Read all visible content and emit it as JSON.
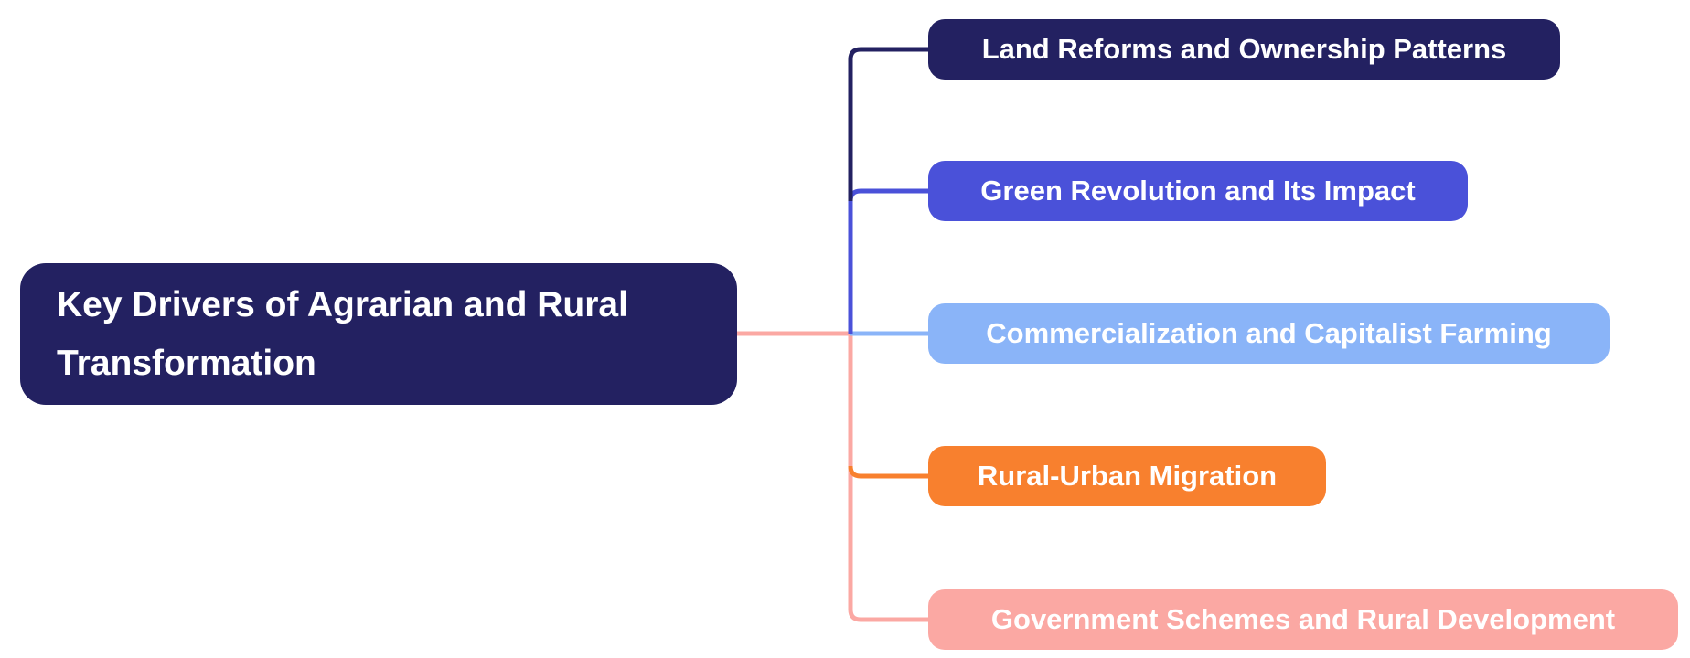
{
  "diagram": {
    "type": "mindmap",
    "root": {
      "label": "Key Drivers of Agrarian and Rural Transformation",
      "lines": [
        "Key Drivers of Agrarian and Rural",
        "Transformation"
      ],
      "color": "navy"
    },
    "branches": [
      {
        "label": "Land Reforms and Ownership Patterns",
        "color": "navy"
      },
      {
        "label": "Green Revolution and Its Impact",
        "color": "blue"
      },
      {
        "label": "Commercialization and Capitalist Farming",
        "color": "light_blue"
      },
      {
        "label": "Rural-Urban Migration",
        "color": "orange"
      },
      {
        "label": "Government Schemes and Rural Development",
        "color": "pink"
      }
    ]
  },
  "colors": {
    "navy": "#232161",
    "blue": "#4a51d9",
    "light_blue": "#8ab4f8",
    "orange": "#f8802e",
    "pink": "#fba8a3",
    "text": "#ffffff",
    "background": "#ffffff"
  }
}
